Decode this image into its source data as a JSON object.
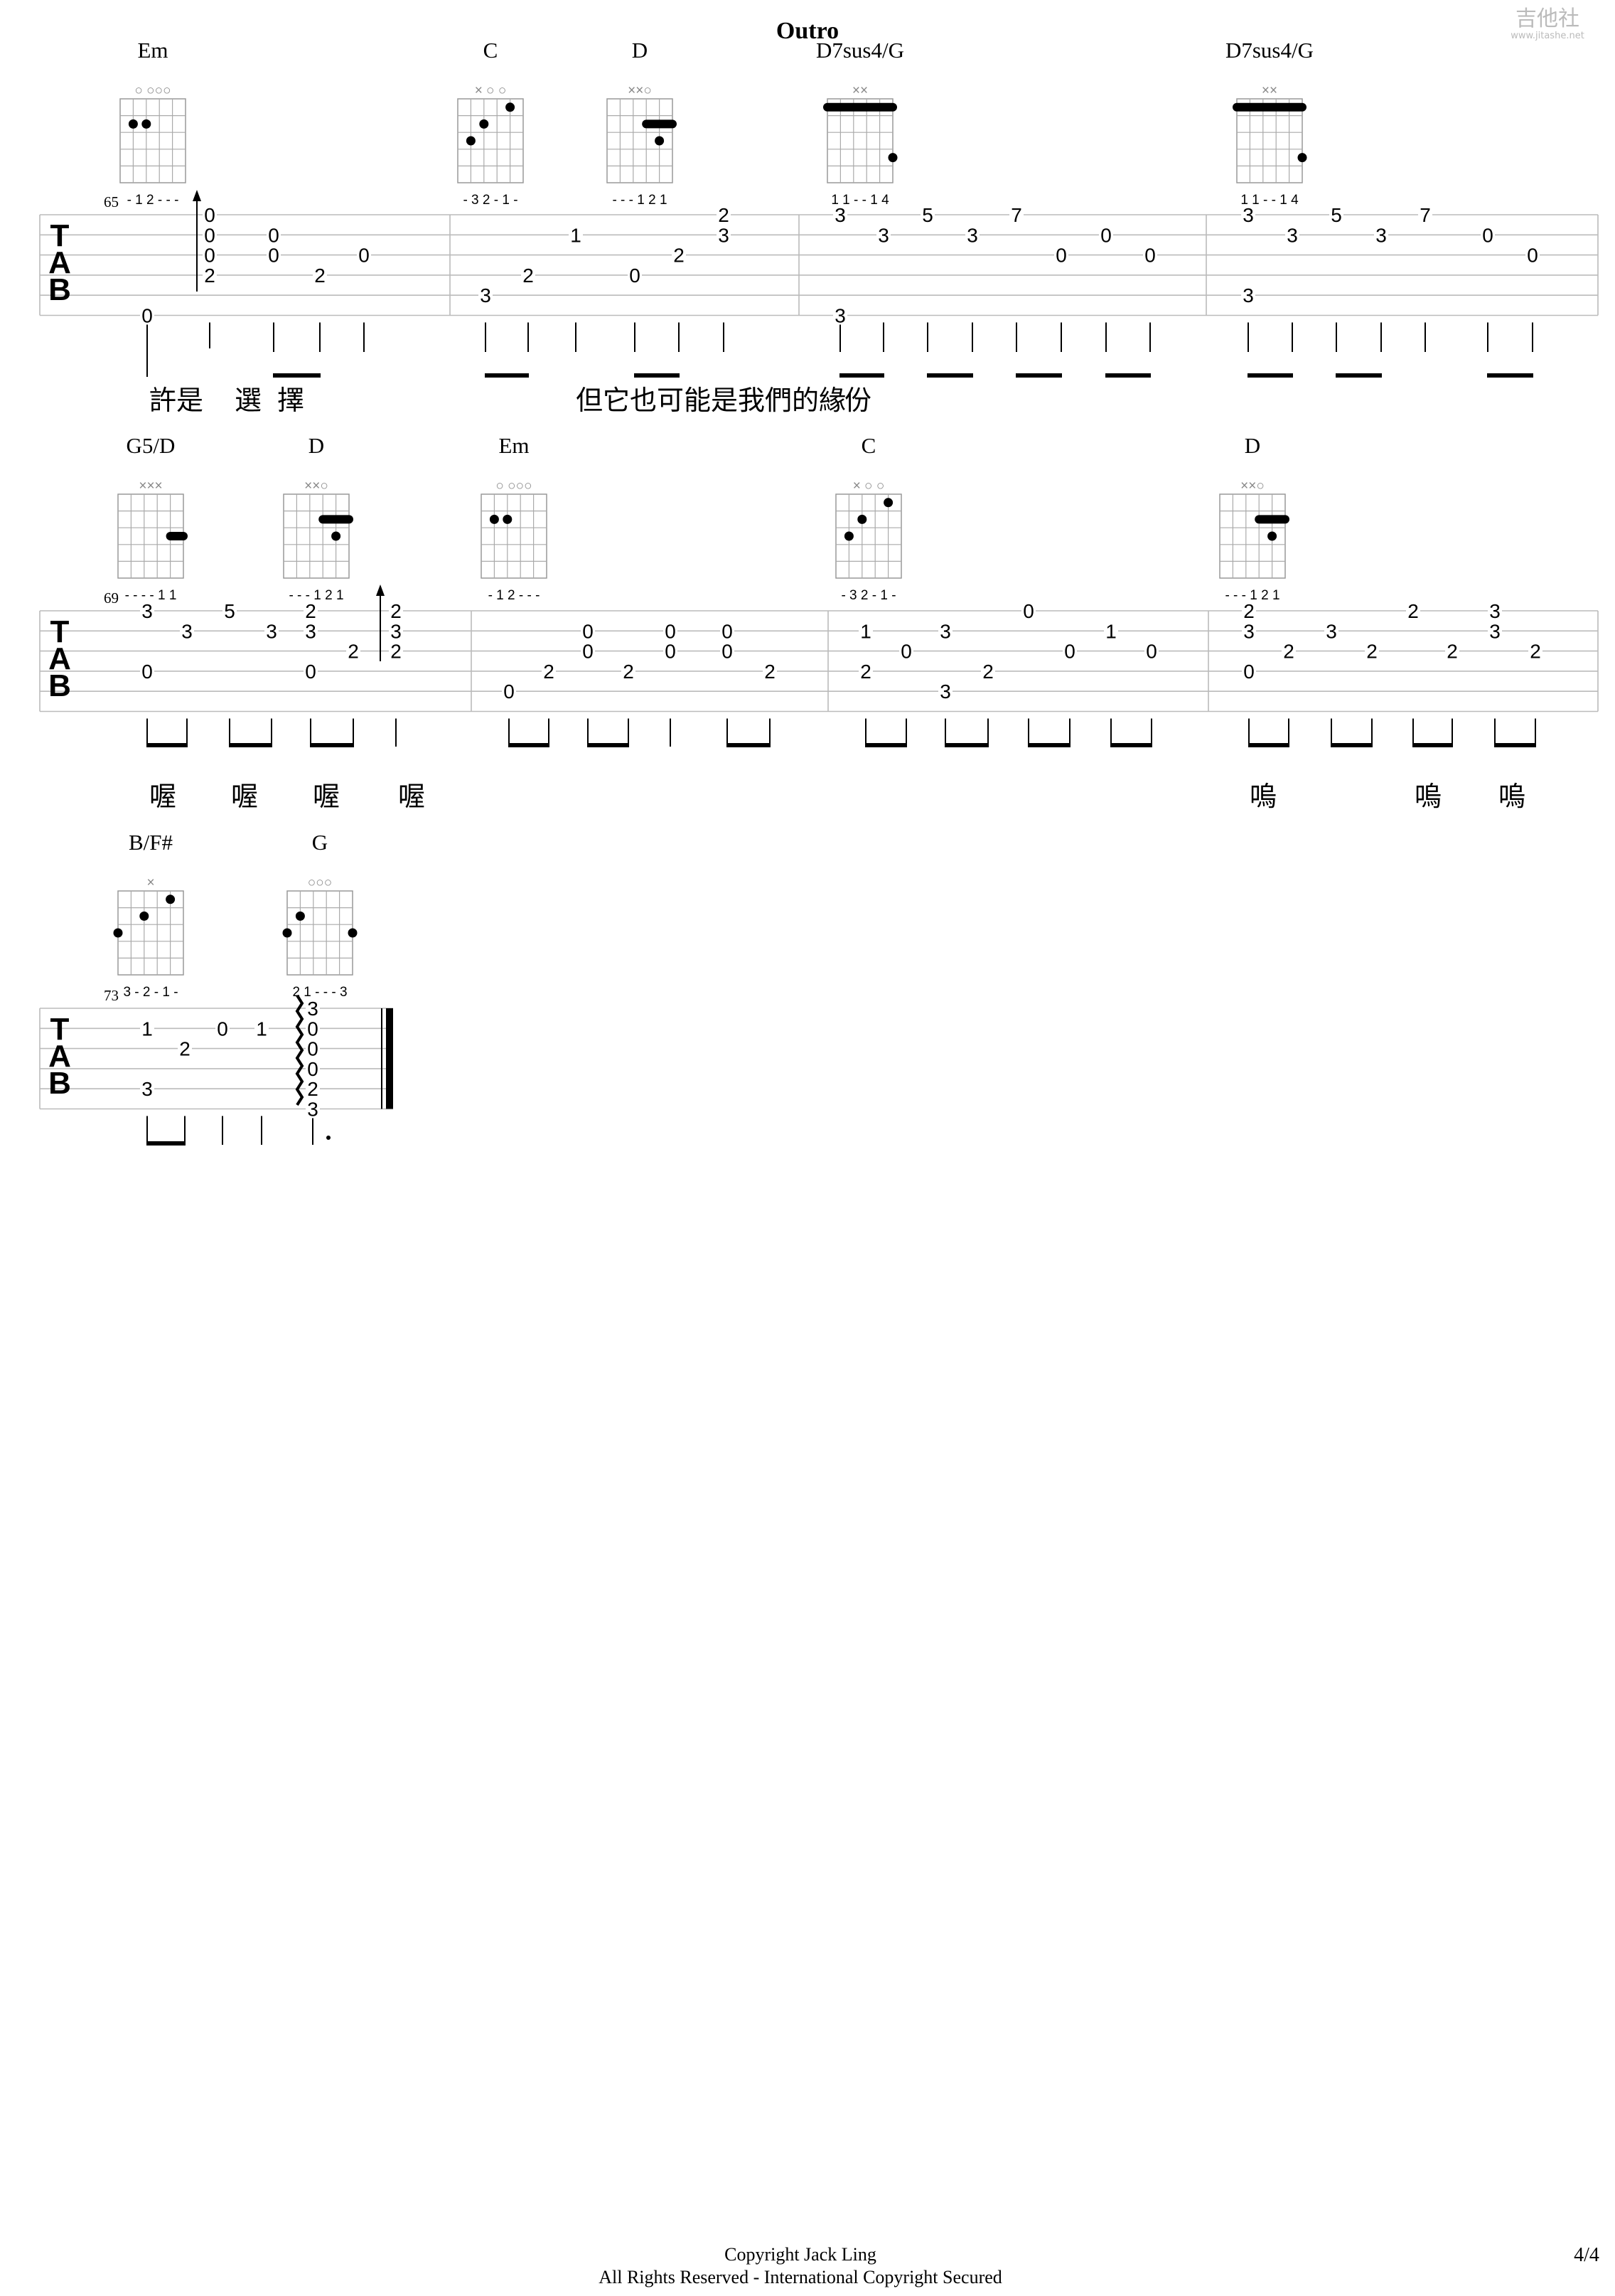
{
  "title": "Outro",
  "watermark": {
    "name": "吉他社",
    "site": "www.jitashe.net"
  },
  "copyright": "Copyright Jack Ling",
  "rights": "All Rights Reserved - International Copyright Secured",
  "page_number": "4/4",
  "tab_letters": [
    "T",
    "A",
    "B"
  ],
  "systems": [
    {
      "measure_number": "65",
      "chords": [
        {
          "name": "Em",
          "top": "○ ○○○",
          "fingering": "- 1 2 - - -",
          "dots": [
            [
              1,
              2
            ],
            [
              2,
              2
            ]
          ],
          "barre": null
        },
        {
          "name": "C",
          "top": "× ○ ○",
          "fingering": "- 3 2 - 1 -",
          "dots": [
            [
              1,
              3
            ],
            [
              2,
              2
            ],
            [
              4,
              1
            ]
          ],
          "barre": null
        },
        {
          "name": "D",
          "top": "××○",
          "fingering": "- - - 1 2 1",
          "dots": [
            [
              4,
              3
            ]
          ],
          "barre": [
            3,
            5,
            2
          ]
        },
        {
          "name": "D7sus4/G",
          "top": "××",
          "fingering": "1 1 - - 1 4",
          "dots": [
            [
              5,
              4
            ]
          ],
          "barre": [
            0,
            5,
            1
          ]
        },
        {
          "name": "D7sus4/G",
          "top": "××",
          "fingering": "1 1 - - 1 4",
          "dots": [
            [
              5,
              4
            ]
          ],
          "barre": [
            0,
            5,
            1
          ]
        }
      ],
      "notes": [
        {
          "f": "0",
          "s": 5
        },
        {
          "f": "0",
          "s": 0
        },
        {
          "f": "0",
          "s": 1
        },
        {
          "f": "0",
          "s": 2
        },
        {
          "f": "2",
          "s": 3
        },
        {
          "f": "0",
          "s": 1
        },
        {
          "f": "0",
          "s": 2
        },
        {
          "f": "2",
          "s": 3
        },
        {
          "f": "0",
          "s": 2
        },
        {
          "f": "3",
          "s": 4
        },
        {
          "f": "2",
          "s": 3
        },
        {
          "f": "1",
          "s": 1
        },
        {
          "f": "0",
          "s": 3
        },
        {
          "f": "2",
          "s": 2
        },
        {
          "f": "2",
          "s": 0
        },
        {
          "f": "3",
          "s": 1
        },
        {
          "f": "3",
          "s": 0
        },
        {
          "f": "3",
          "s": 5
        },
        {
          "f": "3",
          "s": 1
        },
        {
          "f": "5",
          "s": 0
        },
        {
          "f": "3",
          "s": 1
        },
        {
          "f": "7",
          "s": 0
        },
        {
          "f": "0",
          "s": 2
        },
        {
          "f": "0",
          "s": 1
        },
        {
          "f": "0",
          "s": 2
        },
        {
          "f": "3",
          "s": 0
        },
        {
          "f": "3",
          "s": 4
        },
        {
          "f": "3",
          "s": 1
        },
        {
          "f": "5",
          "s": 0
        },
        {
          "f": "3",
          "s": 1
        },
        {
          "f": "7",
          "s": 0
        },
        {
          "f": "0",
          "s": 1
        },
        {
          "f": "0",
          "s": 2
        }
      ],
      "lyrics": [
        {
          "text": "許是"
        },
        {
          "text": "選"
        },
        {
          "text": "擇"
        },
        {
          "text": "但它也可能是我們的緣"
        },
        {
          "text": "份"
        }
      ]
    },
    {
      "measure_number": "69",
      "chords": [
        {
          "name": "G5/D",
          "top": "×××",
          "fingering": "- - - - 1 1",
          "dots": [],
          "barre": [
            4,
            5,
            3
          ]
        },
        {
          "name": "D",
          "top": "××○",
          "fingering": "- - - 1 2 1",
          "dots": [
            [
              4,
              3
            ]
          ],
          "barre": [
            3,
            5,
            2
          ]
        },
        {
          "name": "Em",
          "top": "○ ○○○",
          "fingering": "- 1 2 - - -",
          "dots": [
            [
              1,
              2
            ],
            [
              2,
              2
            ]
          ],
          "barre": null
        },
        {
          "name": "C",
          "top": "× ○ ○",
          "fingering": "- 3 2 - 1 -",
          "dots": [
            [
              1,
              3
            ],
            [
              2,
              2
            ],
            [
              4,
              1
            ]
          ],
          "barre": null
        },
        {
          "name": "D",
          "top": "××○",
          "fingering": "- - - 1 2 1",
          "dots": [
            [
              4,
              3
            ]
          ],
          "barre": [
            3,
            5,
            2
          ]
        }
      ],
      "notes": [
        {
          "f": "3",
          "s": 0
        },
        {
          "f": "0",
          "s": 3
        },
        {
          "f": "3",
          "s": 1
        },
        {
          "f": "5",
          "s": 0
        },
        {
          "f": "3",
          "s": 1
        },
        {
          "f": "2",
          "s": 0
        },
        {
          "f": "3",
          "s": 1
        },
        {
          "f": "0",
          "s": 3
        },
        {
          "f": "2",
          "s": 2
        },
        {
          "f": "2",
          "s": 0
        },
        {
          "f": "3",
          "s": 1
        },
        {
          "f": "2",
          "s": 2
        },
        {
          "f": "0",
          "s": 4
        },
        {
          "f": "2",
          "s": 3
        },
        {
          "f": "0",
          "s": 1
        },
        {
          "f": "0",
          "s": 2
        },
        {
          "f": "2",
          "s": 3
        },
        {
          "f": "0",
          "s": 1
        },
        {
          "f": "0",
          "s": 2
        },
        {
          "f": "0",
          "s": 1
        },
        {
          "f": "0",
          "s": 2
        },
        {
          "f": "2",
          "s": 3
        },
        {
          "f": "1",
          "s": 1
        },
        {
          "f": "2",
          "s": 3
        },
        {
          "f": "0",
          "s": 2
        },
        {
          "f": "3",
          "s": 1
        },
        {
          "f": "3",
          "s": 4
        },
        {
          "f": "2",
          "s": 3
        },
        {
          "f": "0",
          "s": 0
        },
        {
          "f": "0",
          "s": 2
        },
        {
          "f": "1",
          "s": 1
        },
        {
          "f": "0",
          "s": 2
        },
        {
          "f": "2",
          "s": 0
        },
        {
          "f": "3",
          "s": 1
        },
        {
          "f": "0",
          "s": 3
        },
        {
          "f": "2",
          "s": 2
        },
        {
          "f": "3",
          "s": 1
        },
        {
          "f": "2",
          "s": 2
        },
        {
          "f": "2",
          "s": 0
        },
        {
          "f": "2",
          "s": 2
        },
        {
          "f": "3",
          "s": 0
        },
        {
          "f": "3",
          "s": 1
        },
        {
          "f": "2",
          "s": 2
        }
      ],
      "lyrics": [
        {
          "text": "喔"
        },
        {
          "text": "喔"
        },
        {
          "text": "喔"
        },
        {
          "text": "喔"
        },
        {
          "text": "嗚"
        },
        {
          "text": "嗚"
        },
        {
          "text": "嗚"
        }
      ]
    },
    {
      "measure_number": "73",
      "chords": [
        {
          "name": "B/F#",
          "top": "×",
          "fingering": "3 - 2 - 1 -",
          "dots": [
            [
              0,
              3
            ],
            [
              2,
              2
            ],
            [
              4,
              1
            ]
          ],
          "barre": null
        },
        {
          "name": "G",
          "top": "○○○",
          "fingering": "2 1 - - - 3",
          "dots": [
            [
              0,
              3
            ],
            [
              1,
              2
            ],
            [
              5,
              3
            ]
          ],
          "barre": null
        }
      ],
      "notes": [
        {
          "f": "1",
          "s": 1
        },
        {
          "f": "3",
          "s": 4
        },
        {
          "f": "2",
          "s": 2
        },
        {
          "f": "0",
          "s": 1
        },
        {
          "f": "1",
          "s": 1
        },
        {
          "f": "3",
          "s": 0
        },
        {
          "f": "0",
          "s": 1
        },
        {
          "f": "0",
          "s": 2
        },
        {
          "f": "0",
          "s": 3
        },
        {
          "f": "2",
          "s": 4
        },
        {
          "f": "3",
          "s": 5
        }
      ],
      "lyrics": []
    }
  ]
}
